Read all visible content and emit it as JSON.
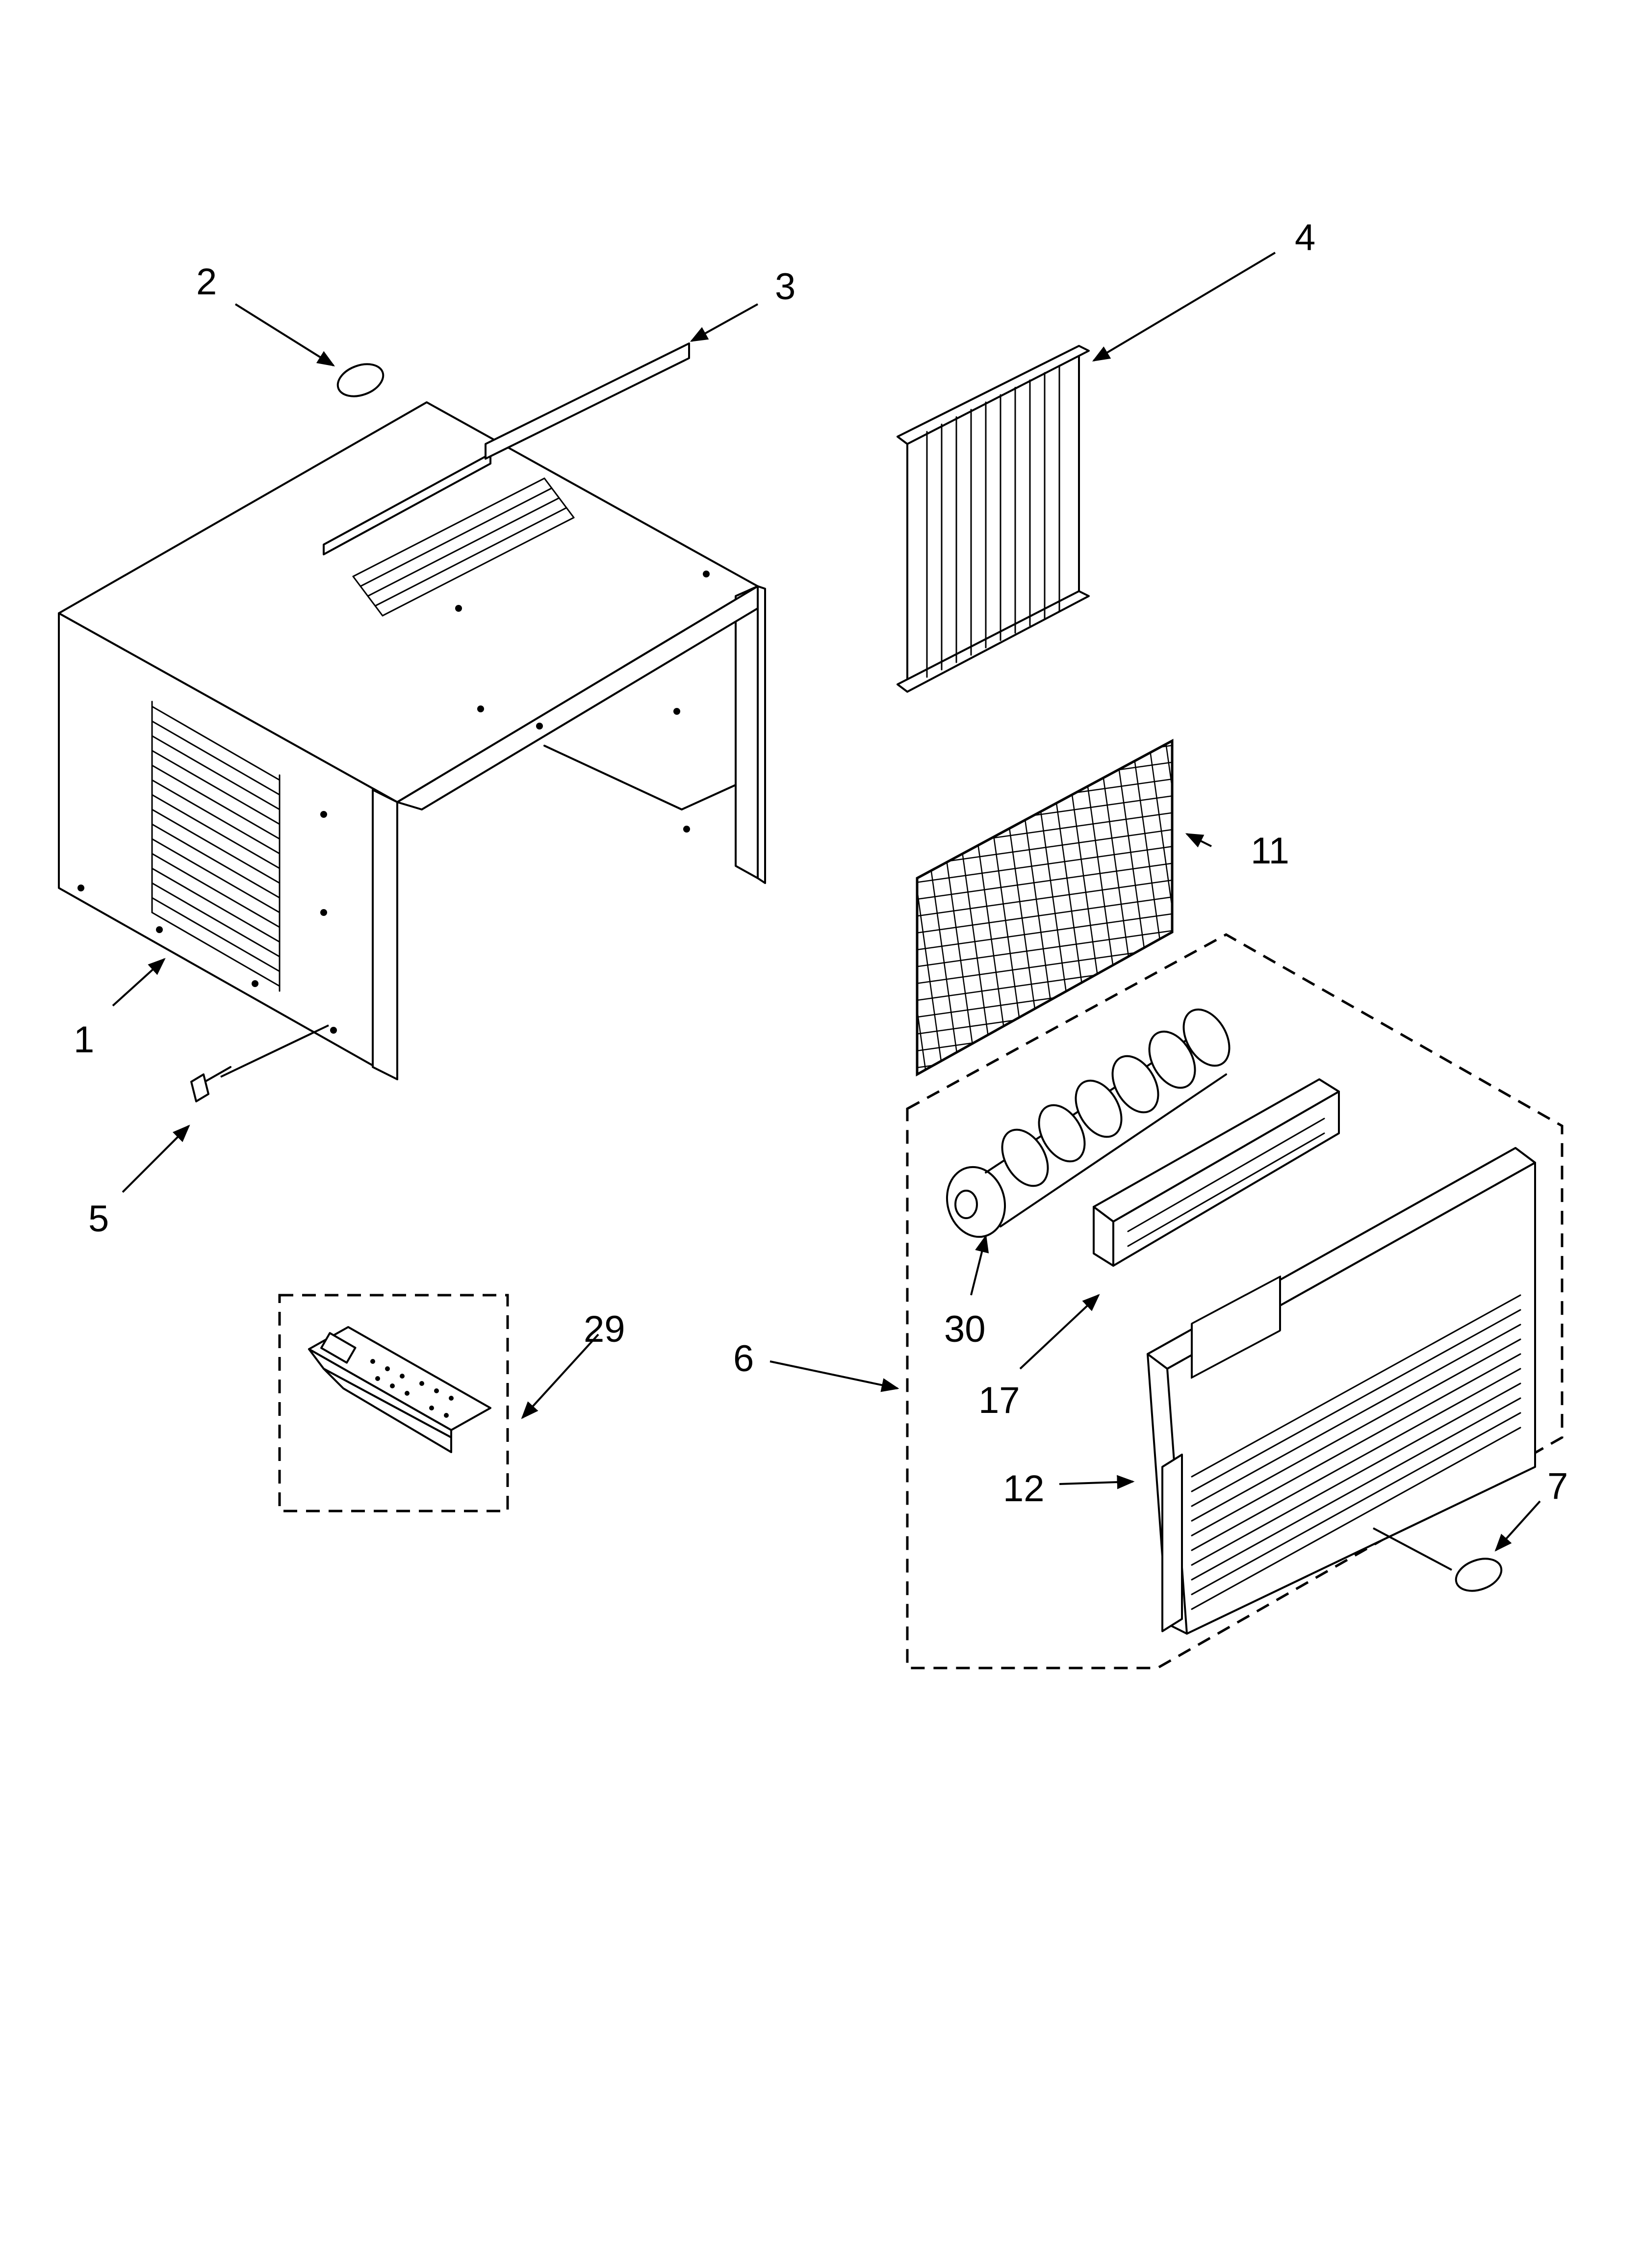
{
  "diagram": {
    "callouts": [
      {
        "id": "1",
        "label": "1"
      },
      {
        "id": "2",
        "label": "2"
      },
      {
        "id": "3",
        "label": "3"
      },
      {
        "id": "4",
        "label": "4"
      },
      {
        "id": "5",
        "label": "5"
      },
      {
        "id": "6",
        "label": "6"
      },
      {
        "id": "7",
        "label": "7"
      },
      {
        "id": "11",
        "label": "11"
      },
      {
        "id": "12",
        "label": "12"
      },
      {
        "id": "17",
        "label": "17"
      },
      {
        "id": "29",
        "label": "29"
      },
      {
        "id": "30",
        "label": "30"
      }
    ]
  }
}
